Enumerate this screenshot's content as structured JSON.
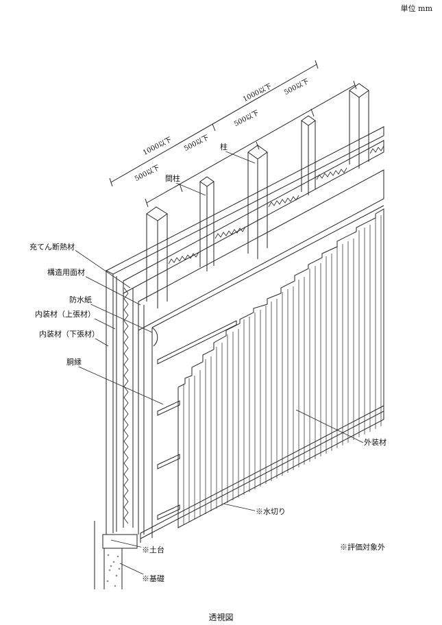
{
  "unit": "単位 mm",
  "caption": "透視図",
  "note": "※評価対象外",
  "dimensions": {
    "upper_total": "1000以下",
    "upper_a": "500以下",
    "upper_b": "500以下",
    "lower_total": "1000以下",
    "lower_a": "500以下",
    "lower_b": "500以下"
  },
  "labels": {
    "column": "柱",
    "stud": "間柱",
    "insulation": "充てん断熱材",
    "structural_board": "構造用面材",
    "waterproof_paper": "防水紙",
    "interior_upper": "内装材（上張材）",
    "interior_lower": "内装材（下張材）",
    "furring": "胴縁",
    "exterior": "外装材",
    "flashing": "※水切り",
    "sill": "※土台",
    "foundation": "※基礎"
  }
}
